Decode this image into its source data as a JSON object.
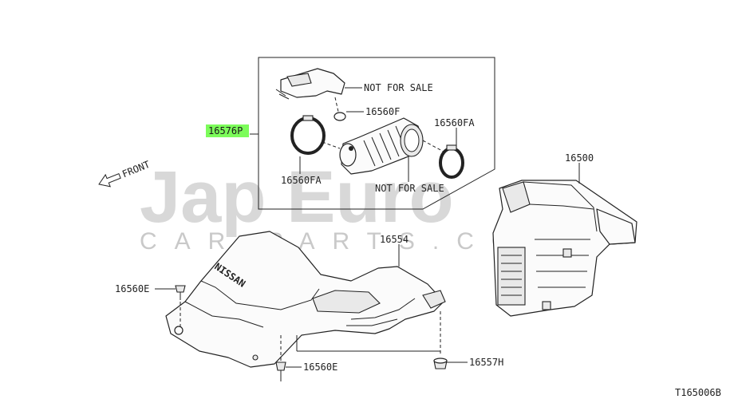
{
  "watermark": {
    "main": "Jap Euro",
    "sub": "CAR PARTS.CO.UK"
  },
  "direction_label": "FRONT",
  "callouts": {
    "kit": "16576P",
    "not_for_sale_top": "NOT FOR SALE",
    "clamp_f": "16560F",
    "clamp_fa_right": "16560FA",
    "clamp_fa_left": "16560FA",
    "not_for_sale_bottom": "NOT FOR SALE",
    "air_cleaner": "16500",
    "duct_cover": "16554",
    "clip_left": "16560E",
    "clip_bottom": "16560E",
    "grommet": "16557H"
  },
  "brand_emboss": "NISSAN",
  "diagram_code": "T165006B",
  "colors": {
    "highlight": "#7CFC5A",
    "ink": "#222222",
    "watermark": "#d8d8d8"
  }
}
